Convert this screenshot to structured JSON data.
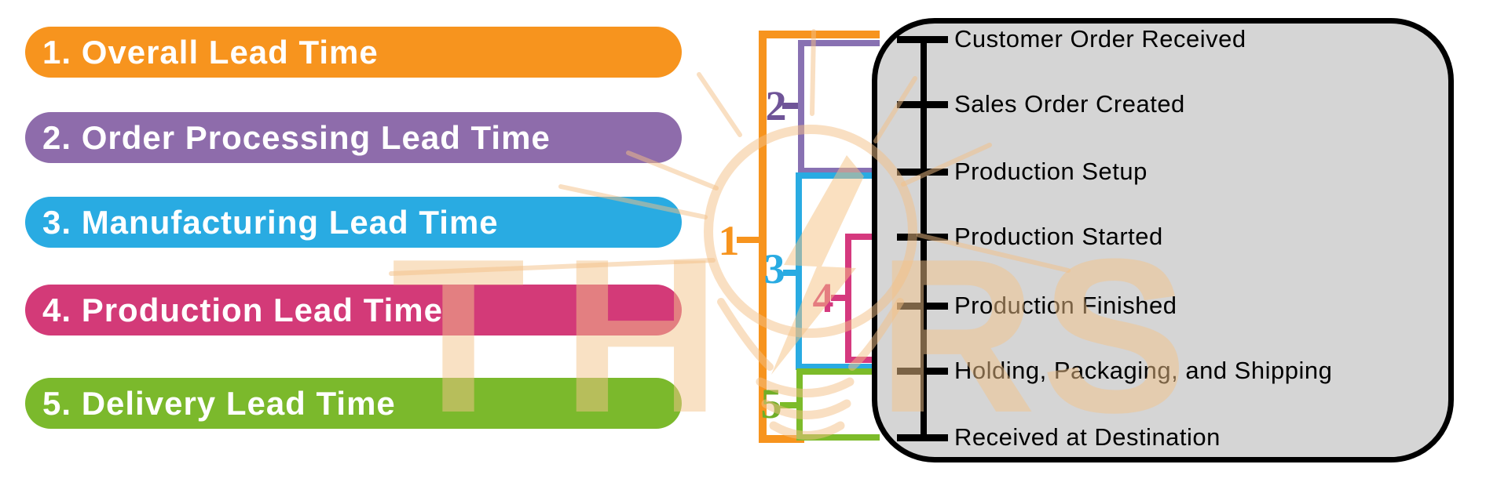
{
  "pills": [
    {
      "label": "1. Overall Lead Time",
      "color": "#F7941E"
    },
    {
      "label": "2. Order Processing Lead Time",
      "color": "#8E6CAB"
    },
    {
      "label": "3. Manufacturing Lead Time",
      "color": "#29ABE2"
    },
    {
      "label": "4. Production Lead Time",
      "color": "#D33A78"
    },
    {
      "label": "5. Delivery Lead Time",
      "color": "#7BB92C"
    }
  ],
  "brackets": [
    {
      "number": "1",
      "color": "#F7941E",
      "spans": "Customer Order Received to Received at Destination"
    },
    {
      "number": "2",
      "color": "#8871B2",
      "spans": "Customer Order Received to Production Setup"
    },
    {
      "number": "3",
      "color": "#29ABE2",
      "spans": "Production Setup to Holding, Packaging, and Shipping"
    },
    {
      "number": "4",
      "color": "#D5397E",
      "spans": "Production Started to Holding, Packaging, and Shipping"
    },
    {
      "number": "5",
      "color": "#7CBB2A",
      "spans": "Holding, Packaging, and Shipping to Received at Destination"
    }
  ],
  "timeline": {
    "panel_bg": "#D5D5D5",
    "panel_border": "#000000",
    "milestones": [
      "Customer Order Received",
      "Sales Order Created",
      "Production Setup",
      "Production Started",
      "Production Finished",
      "Holding, Packaging, and Shipping",
      "Received at Destination"
    ]
  },
  "watermark": {
    "text_left": "TH",
    "text_right": "RS",
    "color": "#F4C48A"
  }
}
